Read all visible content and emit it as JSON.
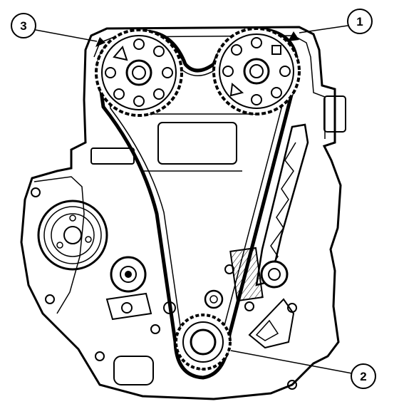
{
  "callouts": [
    {
      "number": "1"
    },
    {
      "number": "2"
    },
    {
      "number": "3"
    }
  ],
  "icons": [
    "timing-belt",
    "camshaft-sprocket",
    "crankshaft-sprocket",
    "belt-tensioner",
    "timing-mark"
  ],
  "colors": {
    "ink": "#000000",
    "paper": "#ffffff"
  }
}
